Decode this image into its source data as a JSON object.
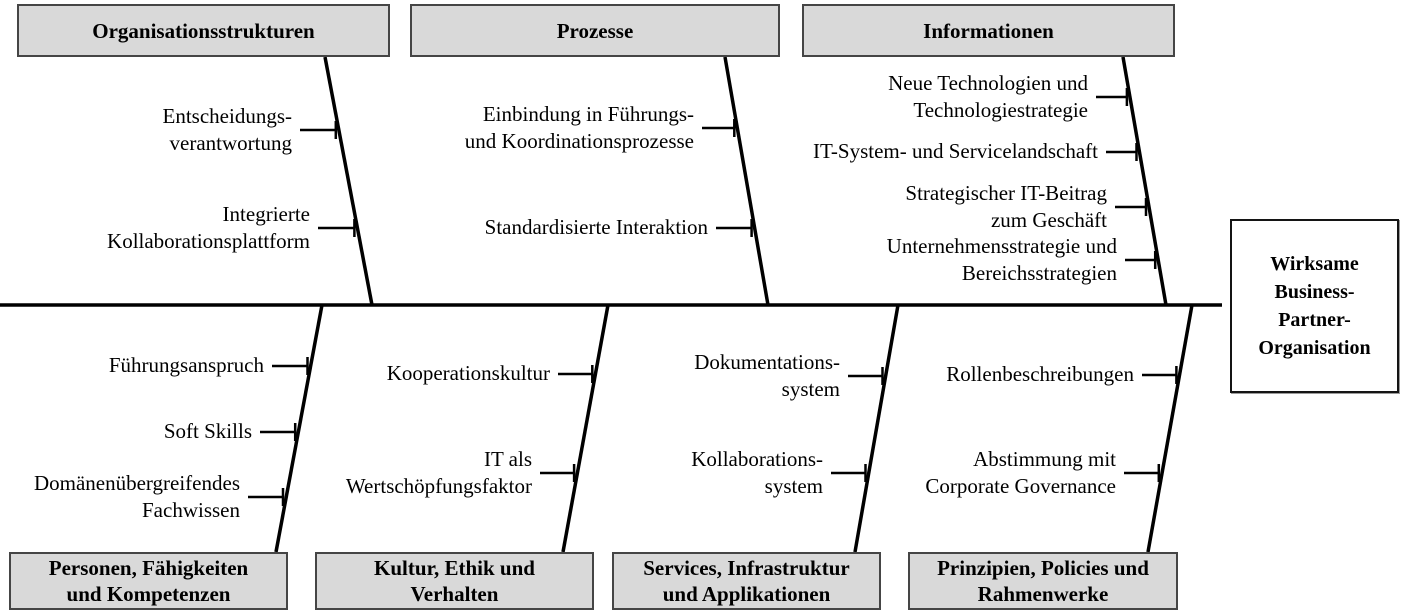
{
  "diagram": {
    "title": "Ishikawa / fishbone diagram",
    "effect": "Wirksame\nBusiness-\nPartner-\nOrganisation",
    "top_branches": [
      {
        "category": "Organisationsstrukturen",
        "causes": [
          "Entscheidungs-\nverantwortung",
          "Integrierte\nKollaborationsplattform"
        ]
      },
      {
        "category": "Prozesse",
        "causes": [
          "Einbindung in Führungs-\nund Koordinationsprozesse",
          "Standardisierte Interaktion"
        ]
      },
      {
        "category": "Informationen",
        "causes": [
          "Neue Technologien und\nTechnologiestrategie",
          "IT-System- und Servicelandschaft",
          "Strategischer IT-Beitrag\nzum Geschäft",
          "Unternehmensstrategie und\nBereichsstrategien"
        ]
      }
    ],
    "bottom_branches": [
      {
        "category": "Personen, Fähigkeiten\nund Kompetenzen",
        "causes": [
          "Führungsanspruch",
          "Soft Skills",
          "Domänenübergreifendes\nFachwissen"
        ]
      },
      {
        "category": "Kultur, Ethik und\nVerhalten",
        "causes": [
          "Kooperationskultur",
          "IT als\nWertschöpfungsfaktor"
        ]
      },
      {
        "category": "Services, Infrastruktur\nund Applikationen",
        "causes": [
          "Dokumentations-\nsystem",
          "Kollaborations-\nsystem"
        ]
      },
      {
        "category": "Prinzipien, Policies und\nRahmenwerke",
        "causes": [
          "Rollenbeschreibungen",
          "Abstimmung mit\nCorporate Governance"
        ]
      }
    ],
    "colors": {
      "category_box_fill": "#d9d9d9",
      "category_box_border": "#454545",
      "line_color": "#000000",
      "effect_box_fill": "#ffffff",
      "text_color": "#000000"
    }
  }
}
